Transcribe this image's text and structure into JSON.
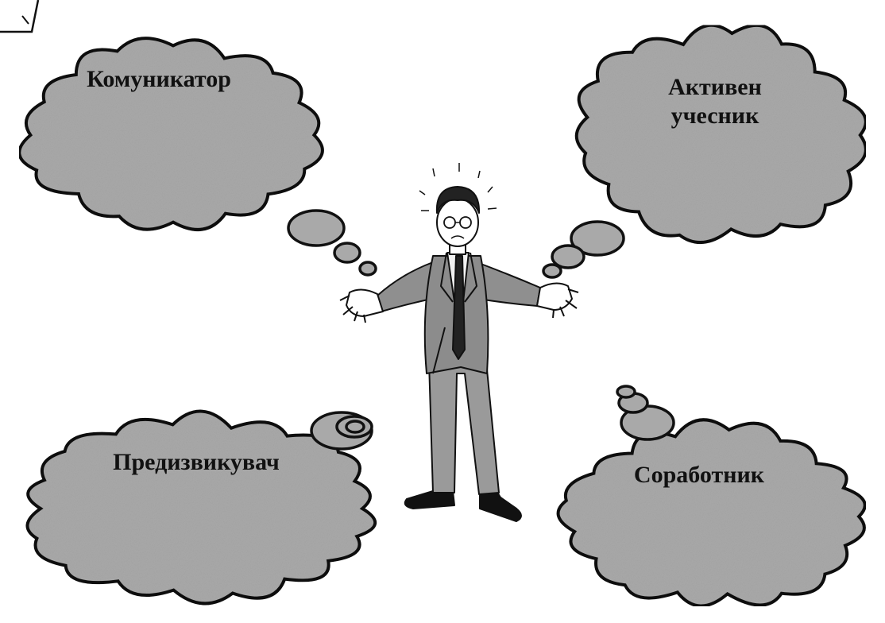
{
  "clouds": {
    "top_left": {
      "lines": [
        "Комуникатор"
      ]
    },
    "top_right": {
      "lines": [
        "Активен",
        "учесник"
      ]
    },
    "bottom_left": {
      "lines": [
        "Предизвикувач"
      ]
    },
    "bottom_right": {
      "lines": [
        "Соработник"
      ]
    }
  },
  "colors": {
    "cloud_fill": "#a9a9a9",
    "cloud_stroke": "#111111",
    "suit": "#8c8c8c",
    "tie": "#222222"
  }
}
